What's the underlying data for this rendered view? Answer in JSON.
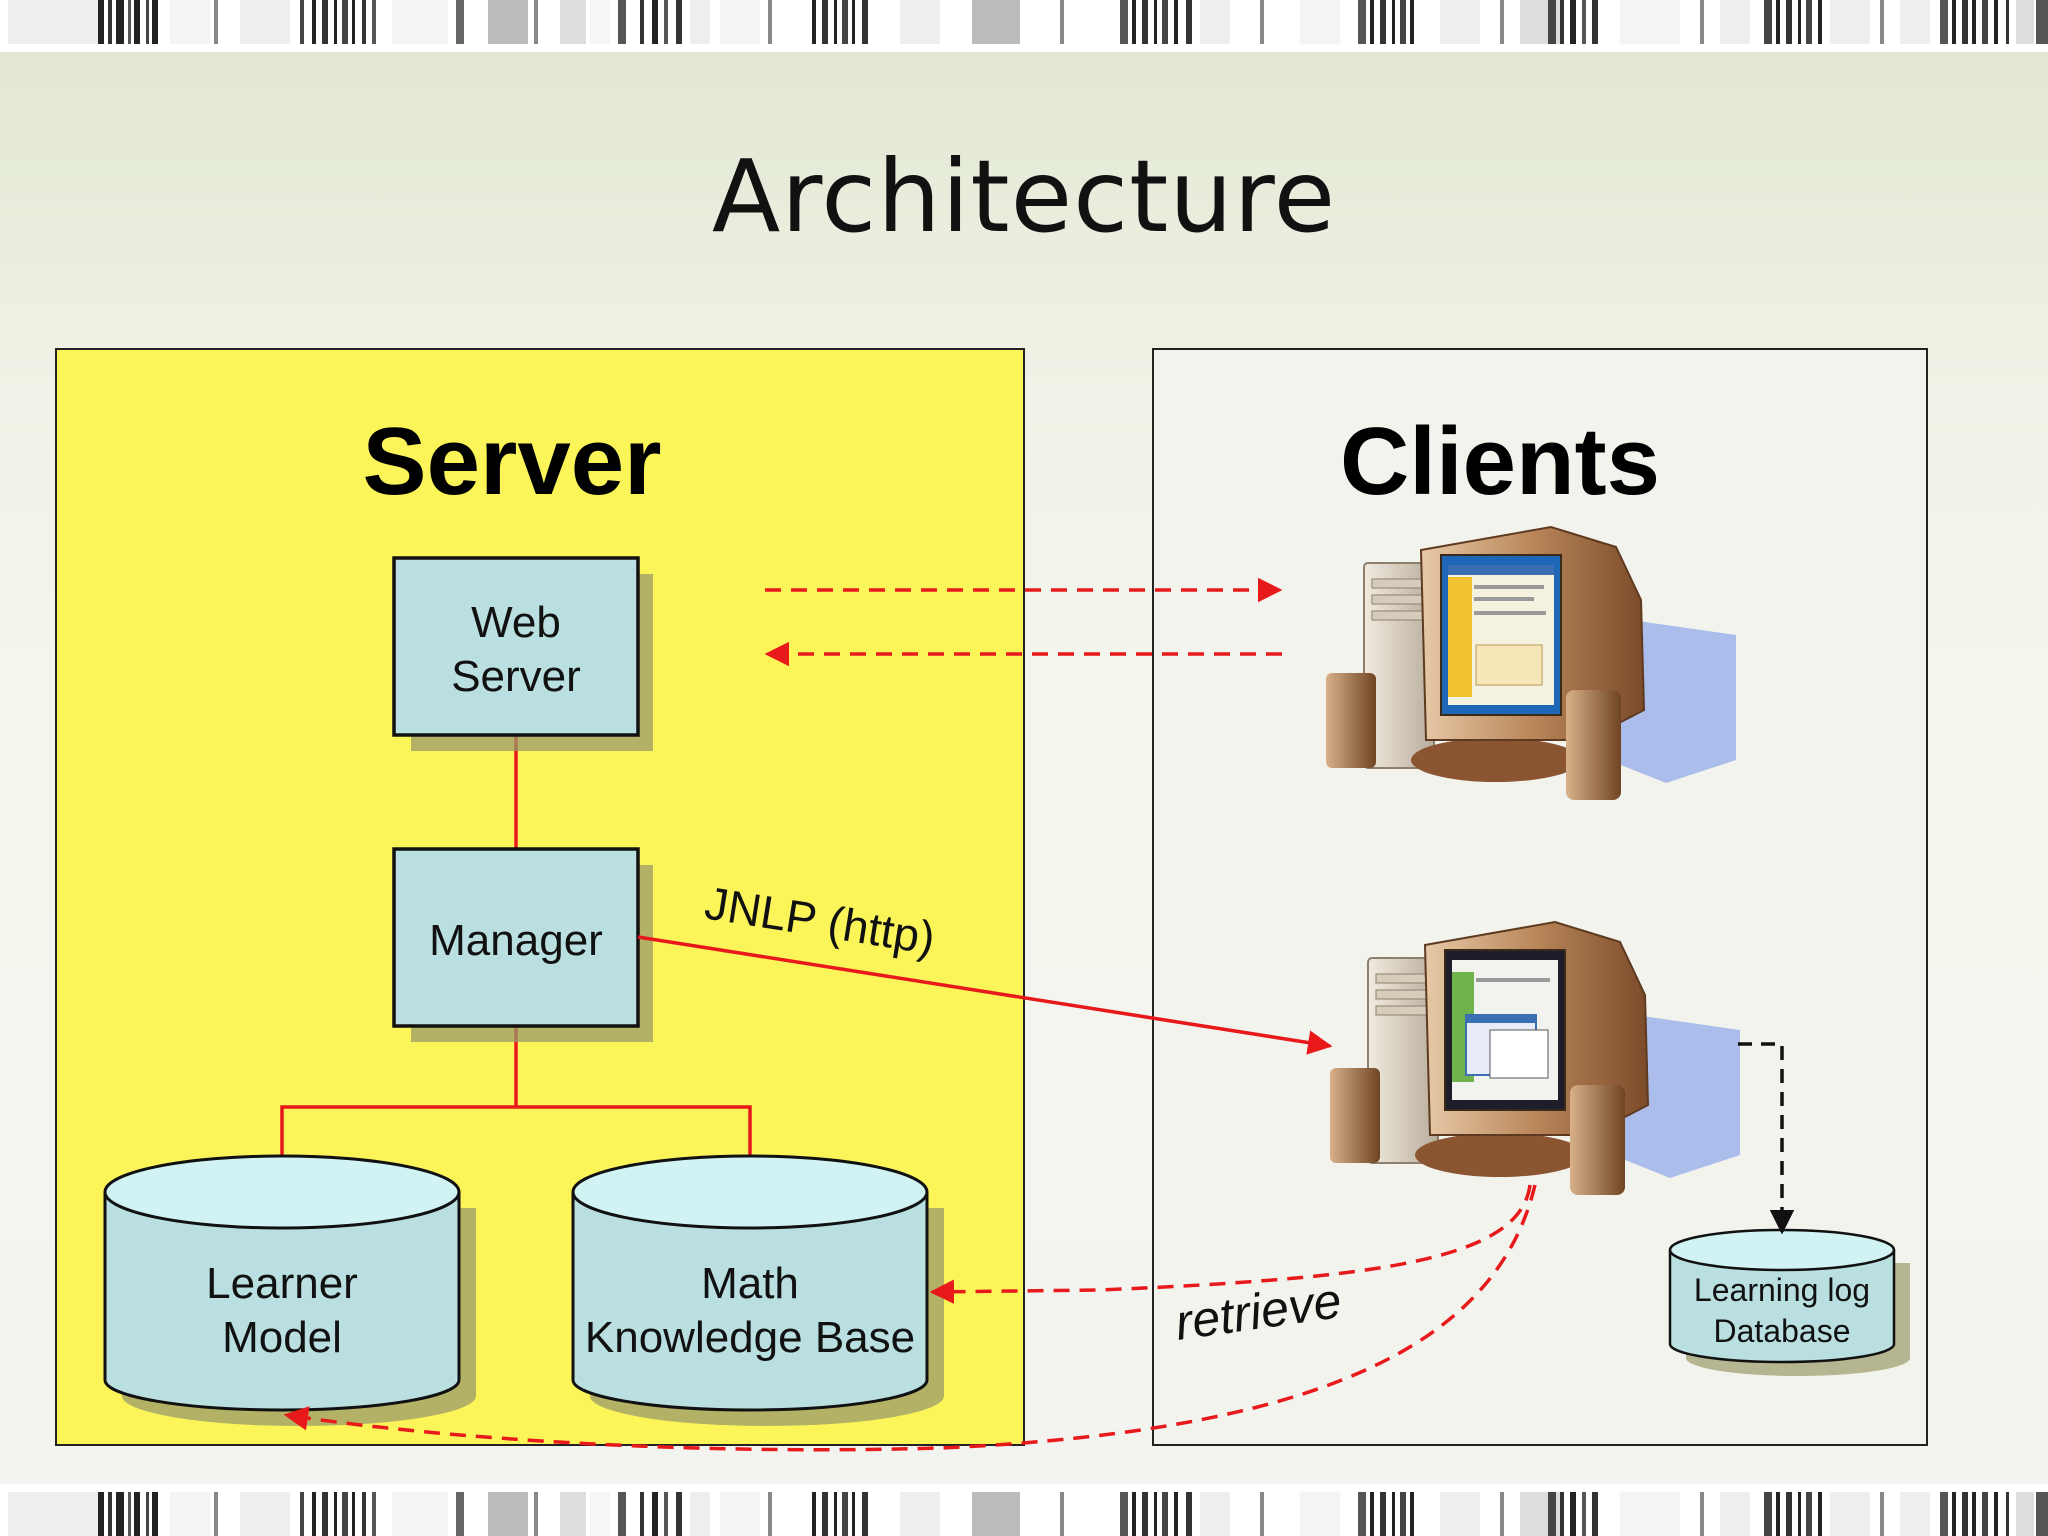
{
  "slide": {
    "title": "Architecture"
  },
  "server_panel": {
    "heading": "Server",
    "fill": "#fbf55a"
  },
  "clients_panel": {
    "heading": "Clients",
    "fill": "#f3f3ee"
  },
  "nodes": {
    "web_server": [
      "Web",
      "Server"
    ],
    "manager": [
      "Manager"
    ],
    "learner_model": [
      "Learner",
      "Model"
    ],
    "math_kb": [
      "Math",
      "Knowledge Base"
    ],
    "learning_log_db": [
      "Learning log",
      "Database"
    ]
  },
  "edge_labels": {
    "jnlp": "JNLP (http)",
    "retrieve": "retrieve"
  },
  "colors": {
    "box_fill": "#b9dfe0",
    "box_top": "#d2f3f3",
    "line_red": "#e8191b",
    "shadow": "#9a9a6a"
  },
  "icons": [
    "client-computer-icon",
    "client-computer-icon"
  ]
}
